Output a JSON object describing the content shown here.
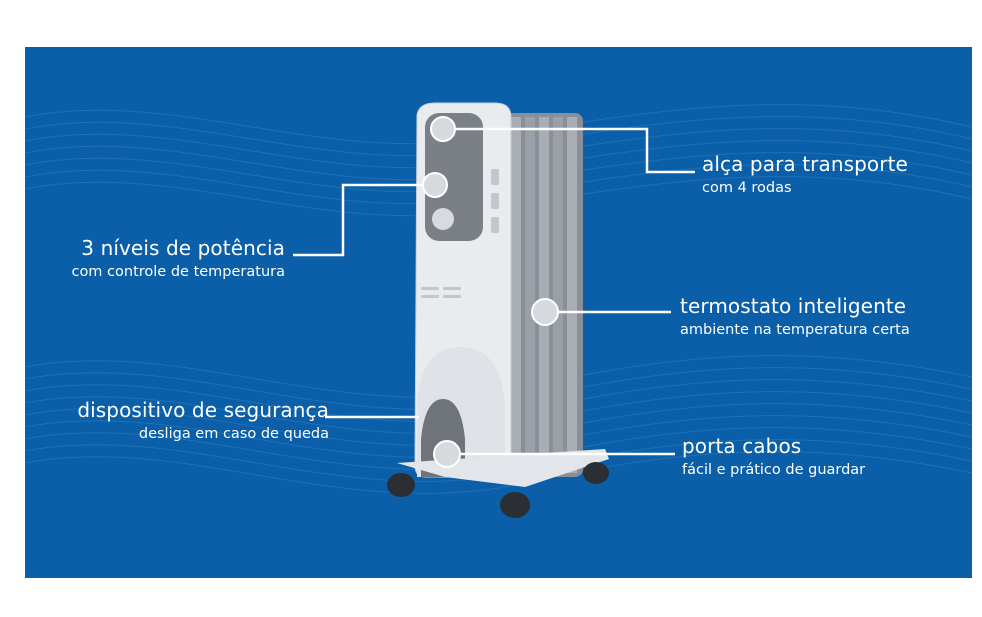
{
  "colors": {
    "background": "#0a5fa8",
    "text": "#ffffff",
    "line": "#ffffff"
  },
  "callouts": {
    "handle": {
      "title": "alça para transporte",
      "subtitle": "com 4 rodas"
    },
    "power": {
      "title": "3 níveis de potência",
      "subtitle": "com controle de temperatura"
    },
    "thermostat": {
      "title": "termostato inteligente",
      "subtitle": "ambiente na temperatura certa"
    },
    "safety": {
      "title": "dispositivo de segurança",
      "subtitle": "desliga em caso de queda"
    },
    "cable": {
      "title": "porta cabos",
      "subtitle": "fácil e prático de guardar"
    }
  }
}
